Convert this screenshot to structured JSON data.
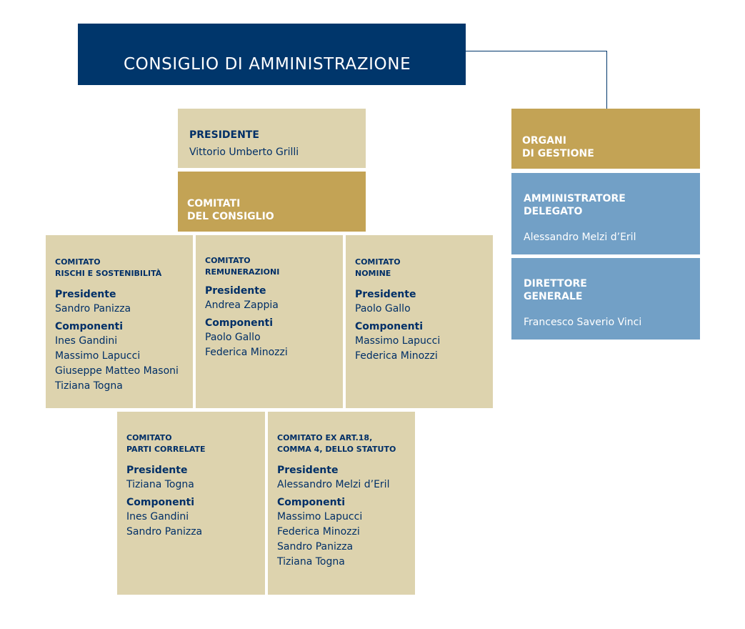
{
  "board": {
    "title": "CONSIGLIO DI AMMINISTRAZIONE"
  },
  "president": {
    "label": "PRESIDENTE",
    "name": "Vittorio Umberto Grilli"
  },
  "committees_header": {
    "line1": "COMITATI",
    "line2": "DEL CONSIGLIO"
  },
  "management": {
    "header": {
      "line1": "ORGANI",
      "line2": "DI GESTIONE"
    },
    "ceo": {
      "line1": "AMMINISTRATORE",
      "line2": "DELEGATO",
      "name": "Alessandro Melzi d’Eril"
    },
    "gm": {
      "line1": "DIRETTORE",
      "line2": "GENERALE",
      "name": "Francesco Saverio Vinci"
    }
  },
  "committees": [
    {
      "title1": "COMITATO",
      "title2": "RISCHI E SOSTENIBILITÀ",
      "president_label": "Presidente",
      "president": "Sandro Panizza",
      "members_label": "Componenti",
      "members": [
        "Ines Gandini",
        "Massimo Lapucci",
        "Giuseppe Matteo Masoni",
        "Tiziana Togna"
      ]
    },
    {
      "title1": "COMITATO",
      "title2": "REMUNERAZIONI",
      "president_label": "Presidente",
      "president": "Andrea Zappia",
      "members_label": "Componenti",
      "members": [
        "Paolo Gallo",
        "Federica Minozzi"
      ]
    },
    {
      "title1": "COMITATO",
      "title2": "NOMINE",
      "president_label": "Presidente",
      "president": "Paolo Gallo",
      "members_label": "Componenti",
      "members": [
        "Massimo Lapucci",
        "Federica Minozzi"
      ]
    },
    {
      "title1": "COMITATO",
      "title2": "PARTI CORRELATE",
      "president_label": "Presidente",
      "president": "Tiziana Togna",
      "members_label": "Componenti",
      "members": [
        "Ines Gandini",
        "Sandro Panizza"
      ]
    },
    {
      "title1": "COMITATO EX ART.18,",
      "title2": "COMMA 4, DELLO STATUTO",
      "president_label": "Presidente",
      "president": "Alessandro Melzi d’Eril",
      "members_label": "Componenti",
      "members": [
        "Massimo Lapucci",
        "Federica Minozzi",
        "Sandro Panizza",
        "Tiziana Togna"
      ]
    }
  ]
}
